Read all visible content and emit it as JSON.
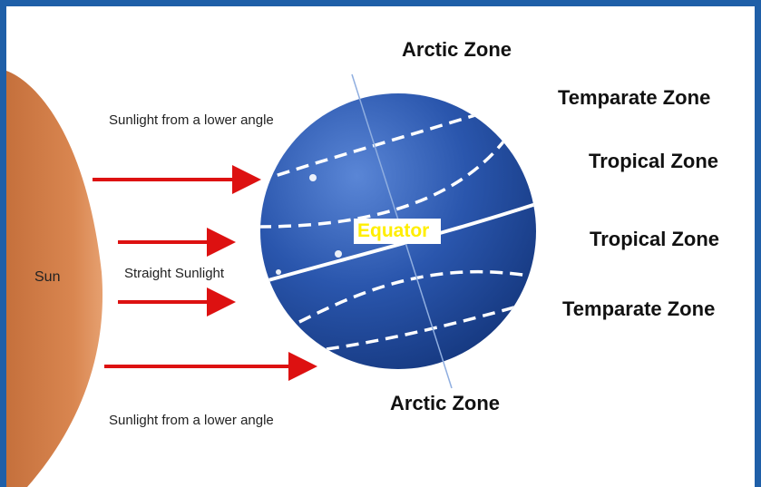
{
  "labels": {
    "sun": "Sun",
    "equator": "Equator",
    "arctic_top": "Arctic Zone",
    "arctic_bottom": "Arctic Zone",
    "temperate_top": "Temparate Zone",
    "temperate_bottom": "Temparate Zone",
    "tropical_top": "Tropical Zone",
    "tropical_bottom": "Tropical Zone",
    "sunlight_upper": "Sunlight from a lower angle",
    "sunlight_lower": "Sunlight from a lower angle",
    "straight": "Straight Sunlight"
  },
  "colors": {
    "frame": "#1f5fa8",
    "sun": "#d97a40",
    "arrow": "#dd1111",
    "earth": "#1f4fa0",
    "equator_label": "#ffee00"
  }
}
